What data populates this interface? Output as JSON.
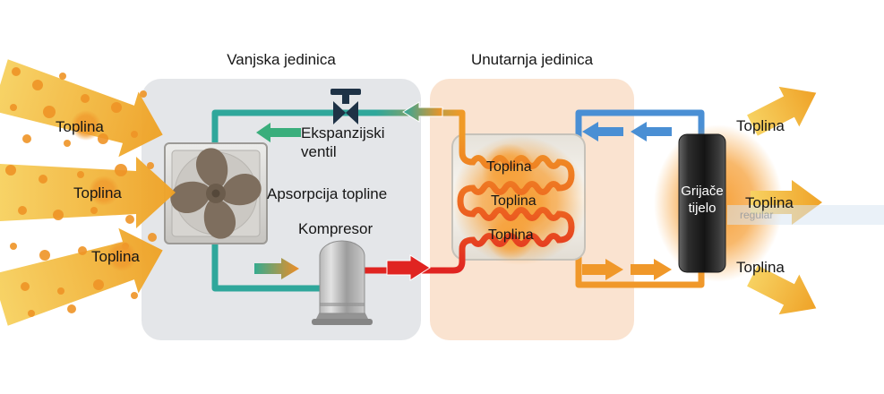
{
  "titles": {
    "outdoor": "Vanjska jedinica",
    "indoor": "Unutarnja jedinica"
  },
  "outdoor": {
    "expansion_valve_label": "Ekspanzijski ventil",
    "absorption_label": "Apsorpcija topline",
    "compressor_label": "Kompresor"
  },
  "indoor": {
    "coil_labels": [
      "Toplina",
      "Toplina",
      "Toplina"
    ]
  },
  "left_heat": [
    "Toplina",
    "Toplina",
    "Toplina"
  ],
  "right_heat": [
    "Toplina",
    "Toplina",
    "Toplina"
  ],
  "radiator_label": "Grijače tijelo",
  "watermark": "regular",
  "colors": {
    "heat_yellow": "#f6cf55",
    "heat_orange": "#efa227",
    "dot_orange": "#ef9426",
    "pipe_teal": "#2fa79b",
    "pipe_blue": "#4a8fd4",
    "pipe_orange": "#f0982a",
    "pipe_red": "#e02421",
    "arrow_green": "#3aae7c",
    "box_gray": "#e4e6e9",
    "box_peach": "#fae3d0",
    "valve_dark": "#1e3246",
    "radiator_dark": "#2b2b2b",
    "glow_orange": "#f6a13a"
  }
}
